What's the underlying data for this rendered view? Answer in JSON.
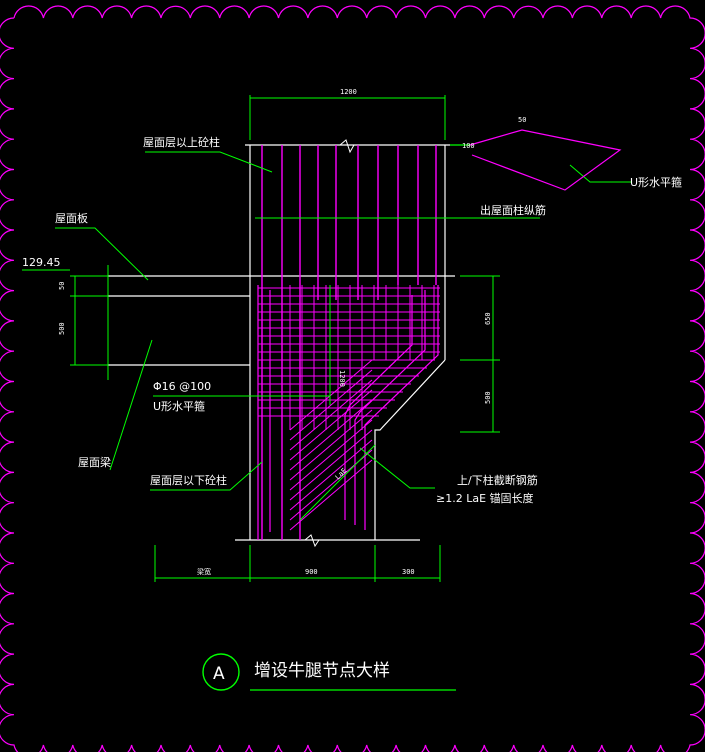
{
  "labels": {
    "upper_column": "屋面层以上砼柱",
    "roof_slab": "屋面板",
    "elevation": "129.45",
    "u_stirrup_top": "U形水平箍",
    "roof_col_rebar": "出屋面柱纵筋",
    "rebar_spec": "Φ16 @100",
    "u_stirrup_mid": "U形水平箍",
    "roof_beam": "屋面梁",
    "lower_column": "屋面层以下砼柱",
    "cut_rebar_line1": "上/下柱截断钢筋",
    "cut_rebar_line2": "≥1.2 LaE  锚固长度",
    "lae": "LaE"
  },
  "dimensions": {
    "top_width": "1200",
    "dim_100": "100",
    "dim_50": "50",
    "dim_500_left": "500",
    "dim_650": "650",
    "dim_500_right": "500",
    "dim_1200_vert": "1200",
    "bottom_left": "梁宽",
    "bottom_mid": "900",
    "bottom_right": "300"
  },
  "title": {
    "circle_letter": "A",
    "text": "增设牛腿节点大样"
  },
  "colors": {
    "background": "#000000",
    "concrete": "#ffffff",
    "rebar": "#ff00ff",
    "leader": "#00ff00",
    "dimension": "#ffff00"
  }
}
